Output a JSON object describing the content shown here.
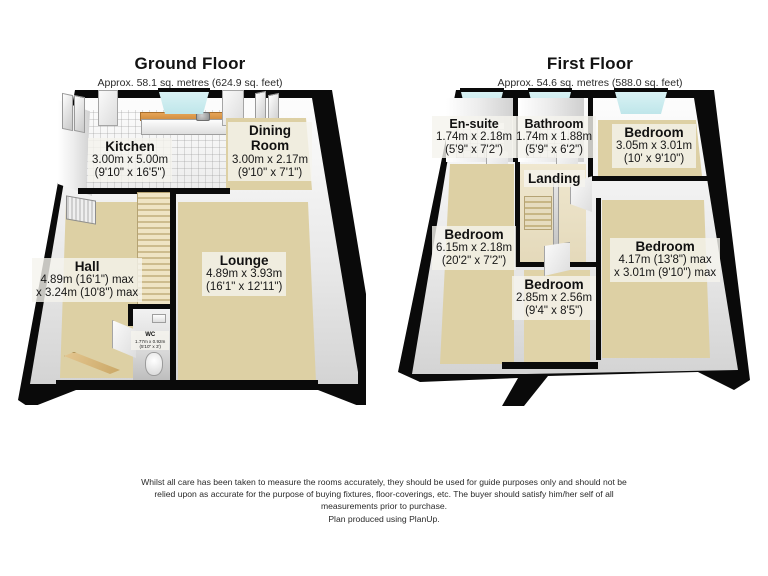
{
  "floors": [
    {
      "id": "ground",
      "title": "Ground Floor",
      "area": "Approx. 58.1 sq. metres (624.9 sq. feet)",
      "rooms": [
        {
          "name": "Kitchen",
          "dim_m": "3.00m x 5.00m",
          "dim_ft": "(9'10\" x 16'5\")"
        },
        {
          "name": "Dining\nRoom",
          "name_l1": "Dining",
          "name_l2": "Room",
          "dim_m": "3.00m x 2.17m",
          "dim_ft": "(9'10\" x 7'1\")"
        },
        {
          "name": "Hall",
          "dim_m": "4.89m (16'1\") max",
          "dim_ft": "x 3.24m (10'8\") max"
        },
        {
          "name": "Lounge",
          "dim_m": "4.89m x 3.93m",
          "dim_ft": "(16'1\" x 12'11\")"
        },
        {
          "name": "WC",
          "dim_m": "1.77m x 0.92m",
          "dim_ft": "(5'10\" x 3')"
        }
      ]
    },
    {
      "id": "first",
      "title": "First Floor",
      "area": "Approx. 54.6 sq. metres (588.0 sq. feet)",
      "rooms": [
        {
          "name": "En-suite",
          "dim_m": "1.74m x 2.18m",
          "dim_ft": "(5'9\" x 7'2\")"
        },
        {
          "name": "Bathroom",
          "dim_m": "1.74m x 1.88m",
          "dim_ft": "(5'9\" x 6'2\")"
        },
        {
          "name": "Bedroom",
          "dim_m": "3.05m x 3.01m",
          "dim_ft": "(10' x 9'10\")"
        },
        {
          "name": "Landing",
          "dim_m": "",
          "dim_ft": ""
        },
        {
          "name": "Bedroom",
          "dim_m": "6.15m x 2.18m",
          "dim_ft": "(20'2\" x 7'2\")"
        },
        {
          "name": "Bedroom",
          "dim_m": "4.17m (13'8\") max",
          "dim_ft": "x 3.01m (9'10\") max"
        },
        {
          "name": "Bedroom",
          "dim_m": "2.85m x 2.56m",
          "dim_ft": "(9'4\" x 8'5\")"
        }
      ]
    }
  ],
  "disclaimer": {
    "line1": "Whilst all care has been taken to measure the rooms accurately, they should be used for guide purposes only and should not be",
    "line2": "relied upon as accurate for the purpose of buying fixtures, floor-coverings, etc. The buyer should satisfy him/her self of all",
    "line3": "measurements prior to purchase.",
    "line4": "Plan produced using PlanUp."
  },
  "colors": {
    "wall": "#0a0a0a",
    "carpet": "#ddd0a4",
    "tile": "#f3f3f3",
    "window": "#c7e9ed",
    "counter": "#d98f3f",
    "text": "#111111"
  }
}
